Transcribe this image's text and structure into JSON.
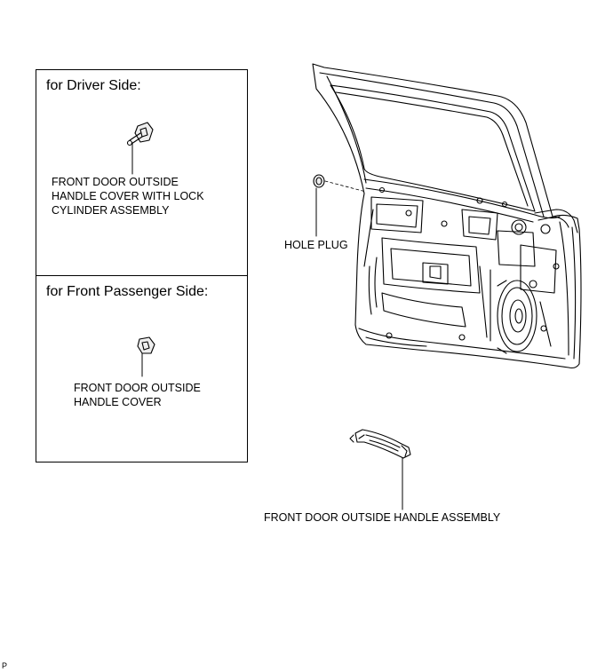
{
  "driver_side": {
    "heading": "for Driver Side:",
    "part_lines": [
      "FRONT DOOR OUTSIDE",
      "HANDLE COVER WITH LOCK",
      "CYLINDER ASSEMBLY"
    ]
  },
  "passenger_side": {
    "heading": "for Front Passenger Side:",
    "part_lines": [
      "FRONT DOOR OUTSIDE",
      "HANDLE COVER"
    ]
  },
  "labels": {
    "hole_plug": "HOLE PLUG",
    "handle_assembly": "FRONT DOOR OUTSIDE HANDLE ASSEMBLY"
  },
  "page_code": "P"
}
